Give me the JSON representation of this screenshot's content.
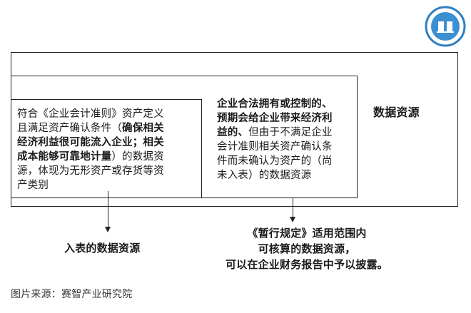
{
  "boxes": {
    "left_text": [
      "符合《企业会计准则》资产定义",
      "且满足资产确认条件（",
      "确保相关",
      "经济利益很可能流入企业；相关",
      "成本能够可靠地计量",
      "）的数据资",
      "源，体现为无形资产或存货等资",
      "产类别"
    ],
    "middle_text": [
      "企业合法拥有或控制的、",
      "预期会给企业带来经济利",
      "益的、",
      "但由于不满足企业",
      "会计准则相关资产确认条",
      "件而未确认为资产的（尚",
      "未入表）的数据资源"
    ],
    "right_label": "数据资源"
  },
  "labels": {
    "left_bottom": "入表的数据资源",
    "right_bottom": [
      "《暂行规定》适用范围内",
      "可核算的数据资源，",
      "可以在企业财务报告中予以披露。"
    ]
  },
  "caption": "图片来源：赛智产业研究院"
}
